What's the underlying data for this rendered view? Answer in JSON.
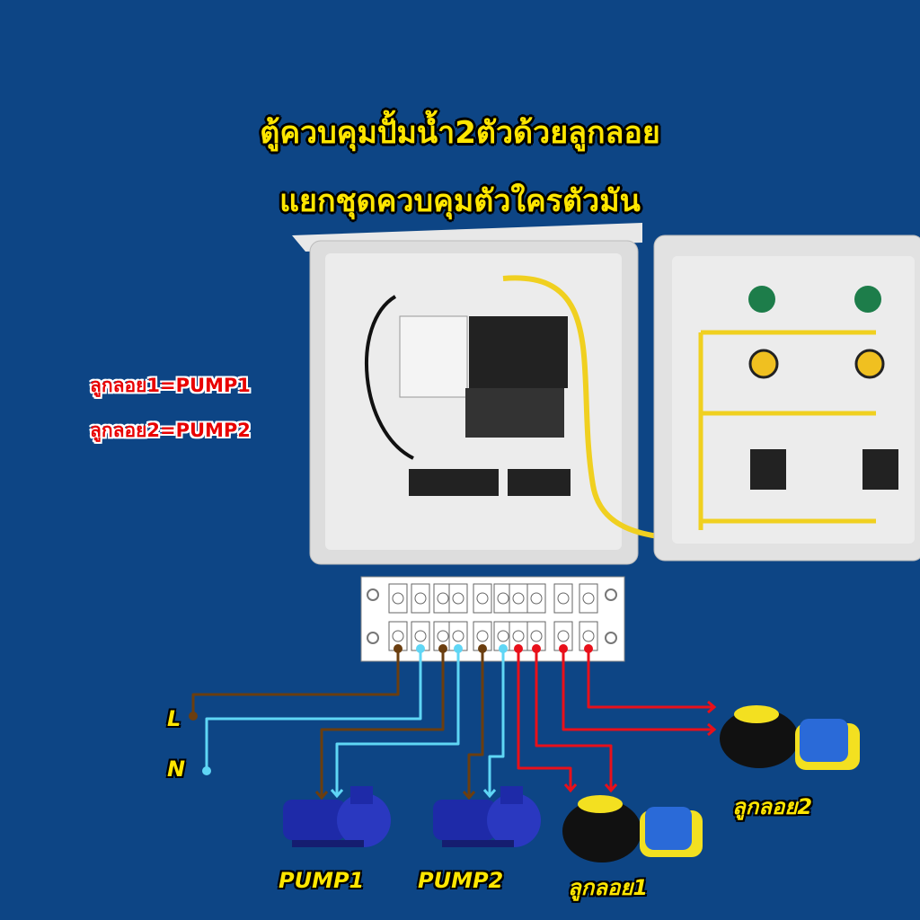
{
  "title": {
    "line1": "ตู้ควบคุมปั้มน้ำ2ตัวด้วยลูกลอย",
    "line2": "แยกชุดควบคุมตัวใครตัวมัน"
  },
  "mapping": [
    "ลูกลอย1=PUMP1",
    "ลูกลอย2=PUMP2"
  ],
  "labels": {
    "l": "L",
    "n": "N",
    "pump1": "PUMP1",
    "pump2": "PUMP2",
    "float1": "ลูกลอย1",
    "float2": "ลูกลอย2"
  },
  "colors": {
    "background": "#0d4585",
    "live_wire": "#6b3e0f",
    "neutral_wire": "#5fd6f5",
    "float_wire": "#e8101a",
    "title": "#ffe600"
  }
}
